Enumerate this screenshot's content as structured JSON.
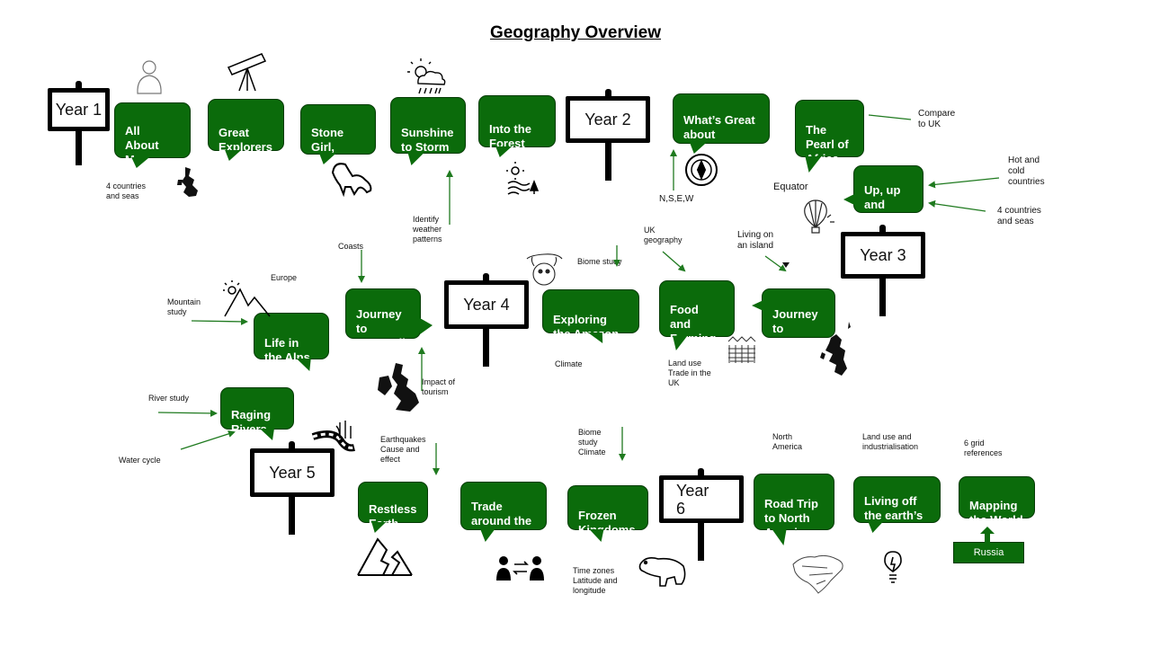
{
  "title": "Geography Overview",
  "signs": {
    "year1": "Year 1",
    "year2": "Year 2",
    "year3": "Year 3",
    "year4": "Year 4",
    "year5": "Year 5",
    "year6": "Year\n6"
  },
  "topics": {
    "all_about_me": "All\nAbout\nMe",
    "great_explorers": "Great\nExplorers",
    "stone_girl": "Stone\nGirl,\nBone Girl",
    "sunshine_to_storm": "Sunshine\nto Storm",
    "into_the_forest": "Into the\nForest",
    "whats_great_about_hackney": "What’s Great\nabout\nHackney",
    "pearl_of_africa": "The\nPearl of\nAfrica",
    "up_up_and_away": "Up, up\nand\naway!",
    "journey_to_cornwall": "Journey\nto\nCornwall",
    "exploring_the_amazon": "Exploring\nthe Amazon",
    "food_and_farming": "Food\nand\nFarming",
    "journey_to_scotland": "Journey\nto\nScotland",
    "life_in_the_alps": "Life in\nthe Alps",
    "raging_rivers": "Raging\nRivers",
    "restless_earth": "Restless\nEarth",
    "trade_around_the_world": "Trade\naround the\nworld",
    "frozen_kingdoms": "Frozen\nKingdoms",
    "road_trip": "Road Trip\nto North\nAmerica",
    "living_off_resources": "Living off\nthe earth’s\nresources",
    "mapping_the_world": "Mapping\nthe World"
  },
  "notes": {
    "countries_seas_y1": "4 countries\nand seas",
    "nsew": "N,S,E,W",
    "equator": "Equator",
    "compare_to_uk": "Compare\nto UK",
    "hot_and_cold": "Hot and\ncold\ncountries",
    "countries_seas_y3": "4 countries\nand seas",
    "identify_weather": "Identify\nweather\npatterns",
    "coasts": "Coasts",
    "europe": "Europe",
    "mountain_study": "Mountain\nstudy",
    "biome_study": "Biome study",
    "uk_geography": "UK\ngeography",
    "living_on_island": "Living on\nan island",
    "climate": "Climate",
    "land_use_trade": "Land use\nTrade in the\nUK",
    "impact_of_tourism": "Impact of\ntourism",
    "river_study": "River study",
    "water_cycle": "Water cycle",
    "earthquakes": "Earthquakes\nCause  and\neffect",
    "biome_study_climate": "Biome\nstudy\nClimate",
    "north_america": "North\nAmerica",
    "land_use_industrialisation": "Land use and\nindustrialisation",
    "grid_references": "6 grid\nreferences",
    "time_zones": "Time zones\nLatitude and\nlongitude",
    "russia": "Russia"
  },
  "colors": {
    "bubble_green": "#0b6b0b",
    "arrow_green": "#1f7a1f",
    "sign_black": "#000000"
  },
  "icons": [
    "person-icon",
    "telescope-icon",
    "sun-cloud-rain-icon",
    "dinosaur-icon",
    "uk-map-icon",
    "sun-landscape-icon",
    "compass-icon",
    "hot-air-balloon-icon",
    "sloth-icon",
    "mountains-icon",
    "farm-icon",
    "scotland-map-icon",
    "river-icon",
    "earthquake-icon",
    "trade-people-icon",
    "polar-bear-icon",
    "north-america-map-icon",
    "lightbulb-icon"
  ]
}
